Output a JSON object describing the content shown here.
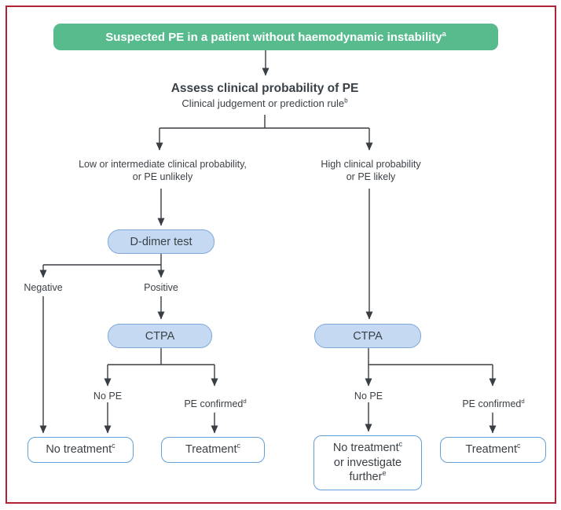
{
  "diagram": {
    "type": "clinical-decision-flowchart",
    "colors": {
      "frame_border": "#b12438",
      "start_box_green": "#57bb8d",
      "test_box_fill": "#c5d9f2",
      "test_box_border": "#7fa8da",
      "outcome_box_border": "#64a0d8",
      "text": "#3a4147",
      "connector": "#383e44"
    }
  },
  "nodes": {
    "start": {
      "text": "Suspected PE in a patient without haemodynamic instability",
      "sup": "a"
    },
    "assess": {
      "title": "Assess clinical probability of PE",
      "subtitle": "Clinical judgement or prediction rule",
      "subtitle_sup": "b"
    },
    "left_branch": {
      "line1": "Low or intermediate clinical probability,",
      "line2": "or PE unlikely"
    },
    "right_branch": {
      "line1": "High clinical probability",
      "line2": "or PE likely"
    },
    "d_dimer": {
      "label": "D-dimer test"
    },
    "negative": {
      "label": "Negative"
    },
    "positive": {
      "label": "Positive"
    },
    "ctpa_left": {
      "label": "CTPA"
    },
    "ctpa_right": {
      "label": "CTPA"
    },
    "no_pe_left": {
      "label": "No PE"
    },
    "pe_confirmed_left": {
      "text": "PE confirmed",
      "sup": "d"
    },
    "no_pe_right": {
      "label": "No PE"
    },
    "pe_confirmed_right": {
      "text": "PE confirmed",
      "sup": "d"
    },
    "no_treatment_left": {
      "text": "No treatment",
      "sup": "c"
    },
    "treatment_left": {
      "text": "Treatment",
      "sup": "c"
    },
    "no_treatment_investigate": {
      "line1": "No treatment",
      "line1_sup": "c",
      "line2": "or investigate",
      "line3": "further",
      "line3_sup": "e"
    },
    "treatment_right": {
      "text": "Treatment",
      "sup": "c"
    }
  }
}
